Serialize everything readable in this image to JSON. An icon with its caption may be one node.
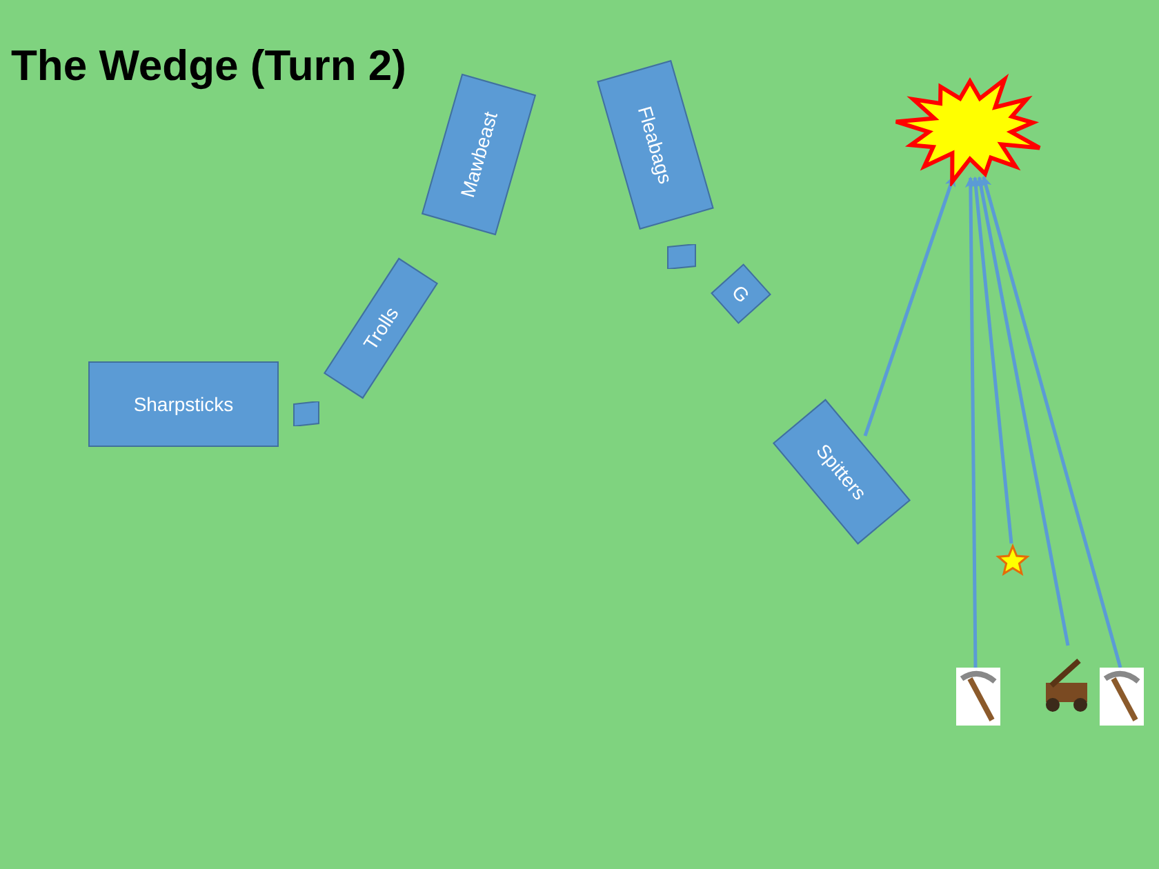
{
  "diagram": {
    "title": "The Wedge (Turn 2)",
    "nodes": [
      {
        "text": [
          "Sharpsticks"
        ]
      },
      {
        "text": [],
        "shape": "flag"
      },
      {
        "text": [
          "Trolls"
        ]
      },
      {
        "text": [
          "Mawbeast"
        ]
      },
      {
        "text": [
          "Fleabags"
        ]
      },
      {
        "text": [],
        "shape": "flag"
      },
      {
        "text": [
          "G"
        ]
      },
      {
        "text": [
          "Spitters"
        ]
      },
      {
        "text": [],
        "shape": "burst"
      },
      {
        "text": [],
        "shape": "star"
      },
      {
        "text": [],
        "shape": "picture"
      },
      {
        "text": [],
        "shape": "picture"
      },
      {
        "text": [],
        "shape": "picture"
      }
    ],
    "edges": [
      {
        "from": 7,
        "to": 8,
        "arrow": "to"
      },
      {
        "from": 10,
        "to": 8,
        "arrow": "to"
      },
      {
        "from": 9,
        "to": 8,
        "arrow": "to"
      },
      {
        "from": 11,
        "to": 8,
        "arrow": "to"
      },
      {
        "from": 12,
        "to": 8,
        "arrow": "to"
      }
    ]
  }
}
